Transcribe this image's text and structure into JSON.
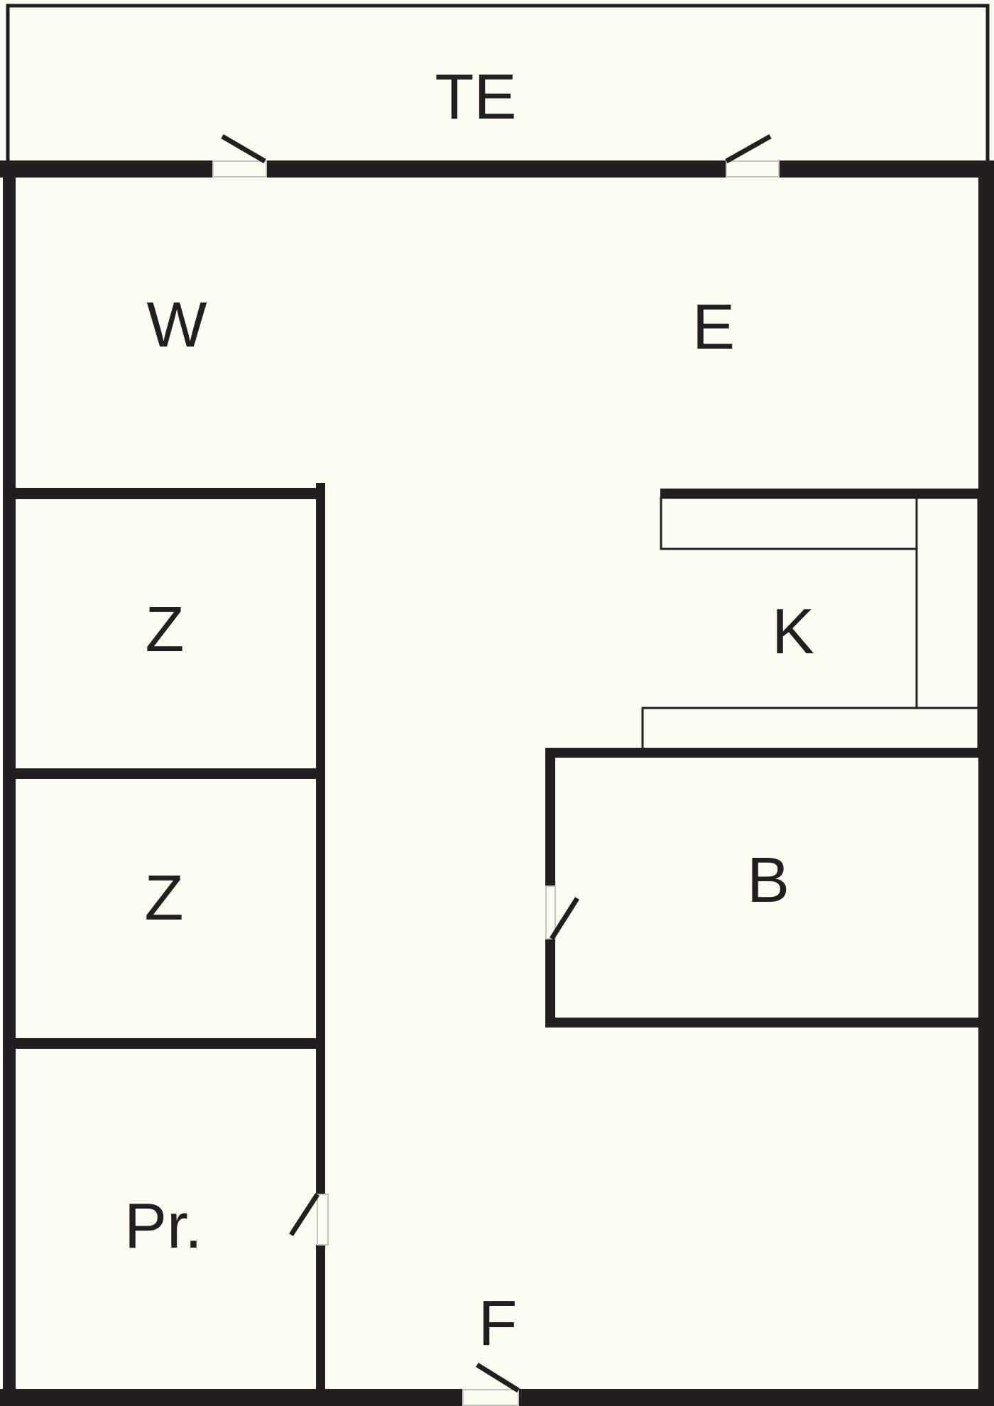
{
  "plan": {
    "title": "floor-plan",
    "colors": {
      "background": "#fdfdf4",
      "wall": "#231f20",
      "door_leaf_outline": "#c6c3bf"
    },
    "rooms": [
      {
        "id": "te",
        "label": "TE"
      },
      {
        "id": "w",
        "label": "W"
      },
      {
        "id": "e",
        "label": "E"
      },
      {
        "id": "z1",
        "label": "Z"
      },
      {
        "id": "z2",
        "label": "Z"
      },
      {
        "id": "k",
        "label": "K"
      },
      {
        "id": "b",
        "label": "B"
      },
      {
        "id": "pr",
        "label": "Pr."
      },
      {
        "id": "f",
        "label": "F"
      }
    ]
  }
}
